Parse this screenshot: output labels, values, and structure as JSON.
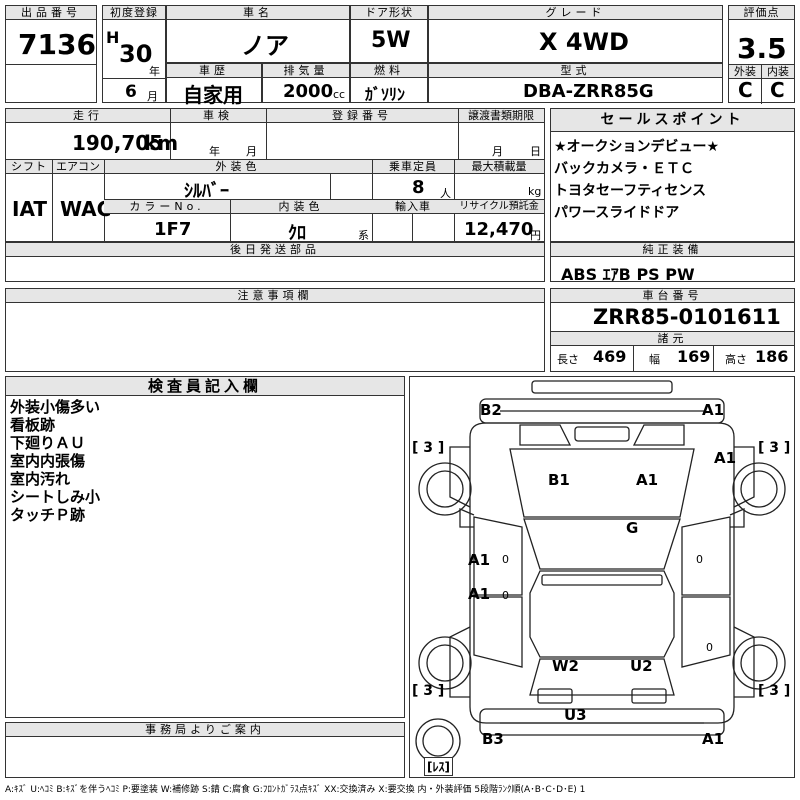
{
  "lot": {
    "label": "出品番号",
    "value": "7136"
  },
  "first_reg": {
    "label": "初度登録",
    "era": "H",
    "year": "30",
    "year_unit": "年",
    "month": "6",
    "month_unit": "月"
  },
  "car_name": {
    "label": "車名",
    "value": "ノア"
  },
  "door": {
    "label": "ドア形状",
    "value": "5W"
  },
  "grade": {
    "label": "グレード",
    "value": "X 4WD"
  },
  "score": {
    "label": "評価点",
    "value": "3.5"
  },
  "history": {
    "label": "車歴",
    "value": "自家用"
  },
  "displacement": {
    "label": "排気量",
    "value": "2000",
    "unit": "cc"
  },
  "fuel": {
    "label": "燃料",
    "value": "ｶﾞｿﾘﾝ"
  },
  "model": {
    "label": "型式",
    "value": "DBA-ZRR85G"
  },
  "ext_int": {
    "ext_label": "外装",
    "int_label": "内装",
    "ext": "C",
    "int": "C"
  },
  "mileage": {
    "label": "走行",
    "value": "190,705",
    "unit": "km"
  },
  "inspection": {
    "label": "車検",
    "year_unit": "年",
    "month_unit": "月"
  },
  "reg_no": {
    "label": "登録番号"
  },
  "transfer": {
    "label": "譲渡書類期限",
    "month_unit": "月",
    "day_unit": "日"
  },
  "shift": {
    "label": "シフト",
    "value": "IAT"
  },
  "aircon": {
    "label": "エアコン",
    "value": "WAC"
  },
  "ext_color": {
    "label": "外装色",
    "value": "ｼﾙﾊﾞｰ"
  },
  "capacity": {
    "label": "乗車定員",
    "value": "8",
    "unit": "人"
  },
  "max_load": {
    "label": "最大積載量",
    "unit": "kg"
  },
  "color_no": {
    "label": "カラーNo.",
    "value": "1F7"
  },
  "int_color": {
    "label": "内装色",
    "value": "ｸﾛ",
    "unit": "系"
  },
  "import": {
    "label": "輸入車"
  },
  "recycle": {
    "label": "リサイクル預託金",
    "value": "12,470",
    "unit": "円"
  },
  "later_parts": {
    "label": "後日発送部品"
  },
  "sales_points": {
    "label": "セールスポイント",
    "items": [
      "★オークションデビュー★",
      "バックカメラ・ＥＴＣ",
      "トヨタセーフティセンス",
      "パワースライドドア"
    ]
  },
  "equipment": {
    "label": "純正装備",
    "value": "ABS ｴｱB PS PW"
  },
  "caution": {
    "label": "注意事項欄"
  },
  "chassis": {
    "label": "車台番号",
    "value": "ZRR85-0101611"
  },
  "dims": {
    "label": "諸元",
    "l_label": "長さ",
    "l": "469",
    "w_label": "幅",
    "w": "169",
    "h_label": "高さ",
    "h": "186"
  },
  "inspector": {
    "label": "検査員記入欄",
    "notes": [
      "外装小傷多い",
      "看板跡",
      "下廻りＡＵ",
      "室内内張傷",
      "室内汚れ",
      "シートしみ小",
      "タッチＰ跡"
    ]
  },
  "office": {
    "label": "事務局よりご案内"
  },
  "diagram": {
    "marks": [
      {
        "id": "b2",
        "text": "B2"
      },
      {
        "id": "a1-front-r",
        "text": "A1"
      },
      {
        "id": "a1-fender-r",
        "text": "A1"
      },
      {
        "id": "b1",
        "text": "B1"
      },
      {
        "id": "a1-hood",
        "text": "A1"
      },
      {
        "id": "g",
        "text": "G"
      },
      {
        "id": "a1-door-1",
        "text": "A1"
      },
      {
        "id": "a1-door-2",
        "text": "A1"
      },
      {
        "id": "w2",
        "text": "W2"
      },
      {
        "id": "u2",
        "text": "U2"
      },
      {
        "id": "u3",
        "text": "U3"
      },
      {
        "id": "b3",
        "text": "B3"
      },
      {
        "id": "a1-rear-r",
        "text": "A1"
      }
    ],
    "tires": [
      {
        "id": "fl",
        "text": "[ 3 ]"
      },
      {
        "id": "fr",
        "text": "[ 3 ]"
      },
      {
        "id": "rl",
        "text": "[ 3 ]"
      },
      {
        "id": "rr",
        "text": "[ 3 ]"
      }
    ],
    "zeros": [
      "0",
      "0",
      "0",
      "0"
    ],
    "spare": "[ﾚｽ]"
  },
  "legend": "A:ｷｽﾞ U:ﾍｺﾐ B:ｷｽﾞを伴うﾍｺﾐ P:要塗装 W:補修跡 S:錆 C:腐食 G:ﾌﾛﾝﾄｶﾞﾗｽ点ｷｽﾞ XX:交換済み X:要交換 内・外装評価 5段階ﾗﾝｸ順(A･B･C･D･E) 1"
}
